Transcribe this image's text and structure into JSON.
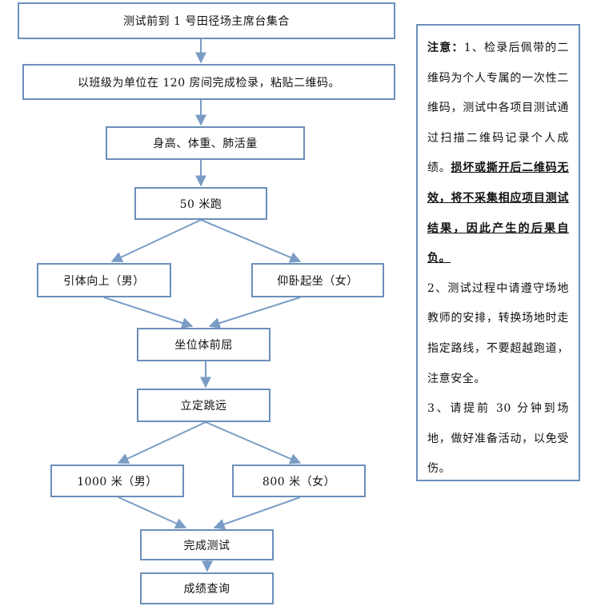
{
  "flowchart": {
    "step1": "测试前到 1 号田径场主席台集合",
    "step2": "以班级为单位在 120 房间完成检录，粘贴二维码。",
    "step3": "身高、体重、肺活量",
    "step4": "50 米跑",
    "step5_male": "引体向上（男）",
    "step5_female": "仰卧起坐（女）",
    "step6": "坐位体前屈",
    "step7": "立定跳远",
    "step8_male": "1000 米（男）",
    "step8_female": "800 米（女）",
    "step9": "完成测试",
    "step10": "成绩查询"
  },
  "note": {
    "heading": "注意：",
    "item1_text": "1、检录后佩带的二维码为个人专属的一次性二维码，测试中各项目测试通过扫描二维码记录个人成绩。",
    "item1_warning": "损坏或撕开后二维码无效，将不采集相应项目测试结果，因此产生的后果自负。",
    "item2": "2、测试过程中请遵守场地教师的安排，转换场地时走指定路线，不要超越跑道，注意安全。",
    "item3": "3、请提前 30 分钟到场地，做好准备活动，以免受伤。"
  },
  "colors": {
    "border": "#6b8fba",
    "arrow": "#7a9cc4"
  }
}
